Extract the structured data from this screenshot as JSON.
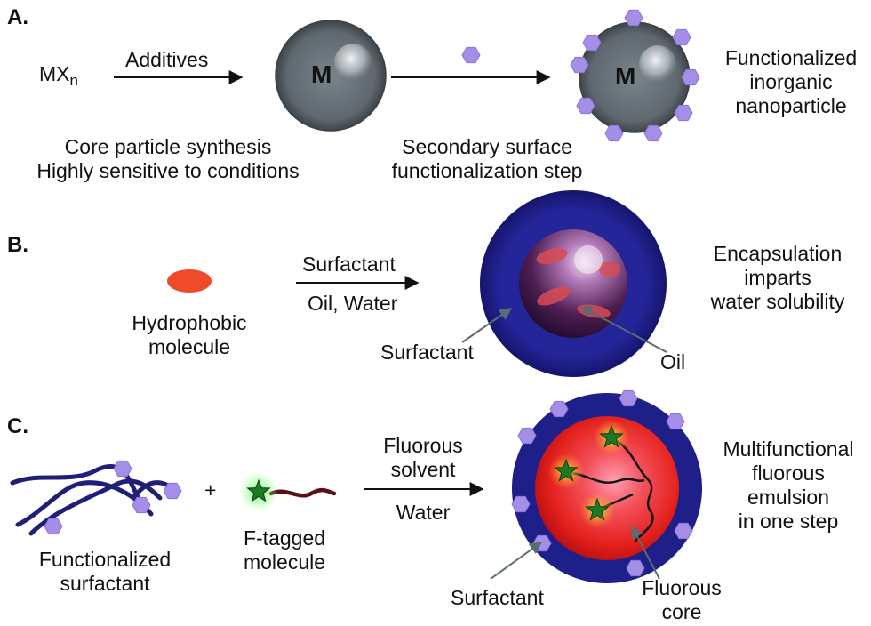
{
  "panels": {
    "a": {
      "letter": "A.",
      "precursor": {
        "base": "MX",
        "sub": "n"
      },
      "arrow1_label": "Additives",
      "core_symbol": "M",
      "step1_caption": [
        "Core particle synthesis",
        "Highly sensitive to conditions"
      ],
      "step2_caption": [
        "Secondary surface",
        "functionalization step"
      ],
      "result_symbol": "M",
      "result_caption": [
        "Functionalized",
        "inorganic",
        "nanoparticle"
      ]
    },
    "b": {
      "letter": "B.",
      "molecule_caption": [
        "Hydrophobic",
        "molecule"
      ],
      "arrow_top": "Surfactant",
      "arrow_bottom": "Oil, Water",
      "surfactant_label": "Surfactant",
      "oil_label": "Oil",
      "result_caption": [
        "Encapsulation",
        "imparts",
        "water solubility"
      ]
    },
    "c": {
      "letter": "C.",
      "plus": "+",
      "surfactant_caption": [
        "Functionalized",
        "surfactant"
      ],
      "tagged_caption": [
        "F-tagged",
        "molecule"
      ],
      "arrow_top": [
        "Fluorous",
        "solvent"
      ],
      "arrow_bottom": "Water",
      "surfactant_label": "Surfactant",
      "core_label": [
        "Fluorous",
        "core"
      ],
      "result_caption": [
        "Multifunctional",
        "fluorous",
        "emulsion",
        "in one step"
      ]
    }
  },
  "colors": {
    "metal_core": "#5f686f",
    "functional_group": "#a48ee8",
    "hydrophobic": "#f04a2c",
    "surfactant_shell": "#1f1f8a",
    "fluorous_core": "#e3201b",
    "tag_star": "#1e7a22",
    "pointer": "#5b6b73"
  },
  "icons": [
    "hexagon-icon",
    "star-icon",
    "ellipse-icon",
    "sphere-icon"
  ]
}
